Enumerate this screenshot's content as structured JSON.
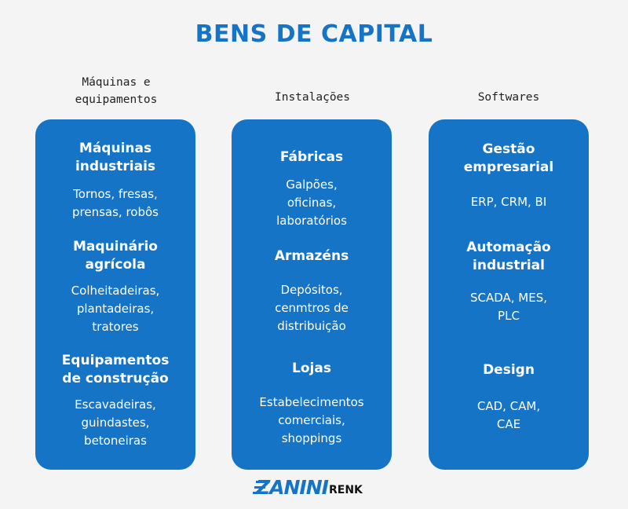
{
  "title": "BENS DE CAPITAL",
  "colors": {
    "accent": "#1574c6",
    "card_text": "#ffffff",
    "label_text": "#222222",
    "background": "#f4f4f4"
  },
  "columns": [
    {
      "label": "Máquinas e\nequipamentos",
      "items": [
        {
          "heading": "Máquinas\nindustriais",
          "desc": "Tornos, fresas,\nprensas, robôs"
        },
        {
          "heading": "Maquinário\nagrícola",
          "desc": "Colheitadeiras,\nplantadeiras,\ntratores"
        },
        {
          "heading": "Equipamentos\nde construção",
          "desc": "Escavadeiras,\nguindastes,\nbetoneiras"
        }
      ]
    },
    {
      "label": "Instalações",
      "items": [
        {
          "heading": "Fábricas",
          "desc": "Galpões,\noficinas,\nlaboratórios"
        },
        {
          "heading": "Armazéns",
          "desc": "Depósitos,\ncenmtros de\ndistribuição"
        },
        {
          "heading": "Lojas",
          "desc": "Estabelecimentos\ncomerciais,\nshoppings"
        }
      ]
    },
    {
      "label": "Softwares",
      "items": [
        {
          "heading": "Gestão\nempresarial",
          "desc": "ERP, CRM, BI"
        },
        {
          "heading": "Automação\nindustrial",
          "desc": "SCADA, MES,\nPLC"
        },
        {
          "heading": "Design",
          "desc": "CAD, CAM,\nCAE"
        }
      ]
    }
  ],
  "logo": {
    "brand": "ZANINI",
    "sub": "RENK"
  }
}
